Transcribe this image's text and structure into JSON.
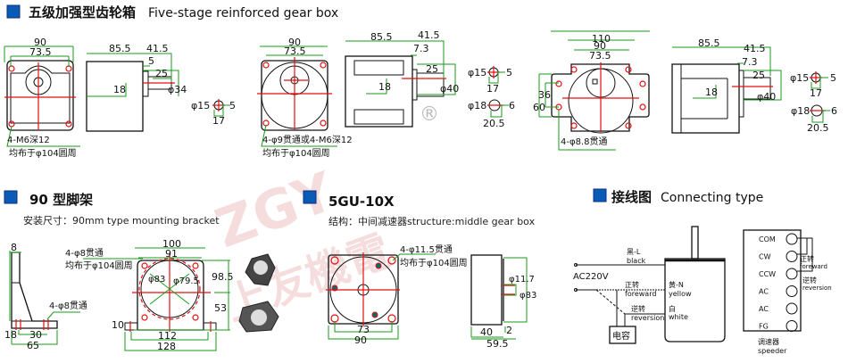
{
  "accent_color": "#0a5bb5",
  "sections": {
    "gearbox": {
      "title_cn": "五级加强型齿轮箱",
      "title_en": "Five-stage reinforced gear box"
    },
    "bracket": {
      "title": "90 型脚架",
      "subtitle": "安装尺寸：90mm type mounting bracket"
    },
    "middle": {
      "title": "5GU-10X",
      "subtitle": "结构：中间减速器structure:middle gear box"
    },
    "wiring": {
      "title_cn": "接线图",
      "title_en": "Connecting type"
    }
  },
  "gearbox1": {
    "front": {
      "w": "90",
      "hole_pitch": "73.5",
      "note1": "4-M6深12",
      "note2": "均布于φ104圆周"
    },
    "side": {
      "len": "85.5",
      "shaft_len": "41.5",
      "offset": "5",
      "key_len": "25",
      "height": "18",
      "boss": "φ34"
    },
    "key": {
      "dia": "φ15",
      "width": "5",
      "depth": "17"
    }
  },
  "gearbox2": {
    "front": {
      "w": "90",
      "hole_pitch": "73.5",
      "note1": "4-φ9贯通或4-M6深12",
      "note2": "均布于φ104圆周"
    },
    "side": {
      "len": "85.5",
      "shaft_len": "41.5",
      "offset": "7.3",
      "key_len": "25",
      "height": "18",
      "boss": "φ40"
    },
    "key1": {
      "dia": "φ15",
      "width": "5",
      "depth": "17"
    },
    "key2": {
      "dia": "φ18",
      "width": "6",
      "depth": "20.5"
    }
  },
  "gearbox3": {
    "front": {
      "flange": "110",
      "w": "90",
      "hole_pitch": "73.5",
      "v1": "36",
      "v2": "60",
      "note1": "4-φ8.8贯通"
    },
    "side": {
      "len": "85.5",
      "shaft_len": "41.5",
      "offset": "7.3",
      "key_len": "25",
      "height": "18",
      "boss": "φ40"
    },
    "key1": {
      "dia": "φ15",
      "width": "5",
      "depth": "17"
    },
    "key2": {
      "dia": "φ18",
      "width": "6",
      "depth": "20.5"
    }
  },
  "bracket": {
    "side": {
      "thick": "8",
      "holes": "4-φ8贯通",
      "d1": "18",
      "d2": "30",
      "len": "65"
    },
    "front": {
      "w": "100",
      "w2": "91",
      "note1": "4-φ8贯通",
      "note2": "均布于φ104圆周",
      "height": "98.5",
      "center": "53",
      "base": "10",
      "base_w": "112",
      "total_w": "128",
      "d1": "φ83",
      "d2": "φ79.5"
    }
  },
  "middle": {
    "front": {
      "note1": "4-φ11.5贯通",
      "note2": "均布于φ104圆周",
      "pitch": "73",
      "w": "90"
    },
    "side": {
      "shaft": "φ11.7",
      "flange": "φ83",
      "len": "40",
      "lip": "2",
      "total": "59.5"
    }
  },
  "wiring": {
    "supply": "AC220V",
    "black_cn": "黑-L",
    "black_en": "black",
    "fwd_cn": "正转",
    "fwd_en": "foreward",
    "rev_cn": "逆转",
    "rev_en": "reversion",
    "yellow_cn": "黄-N",
    "yellow_en": "yellow",
    "white_cn": "白",
    "white_en": "white",
    "capacitor": "电容",
    "terminals": [
      "COM",
      "CW",
      "CCW",
      "AC",
      "AC",
      "FG"
    ],
    "speeder_cn": "调速器",
    "speeder_en": "speeder"
  },
  "watermark": {
    "logo": "ZGY",
    "brand": "上友機電",
    "reg": "®"
  }
}
